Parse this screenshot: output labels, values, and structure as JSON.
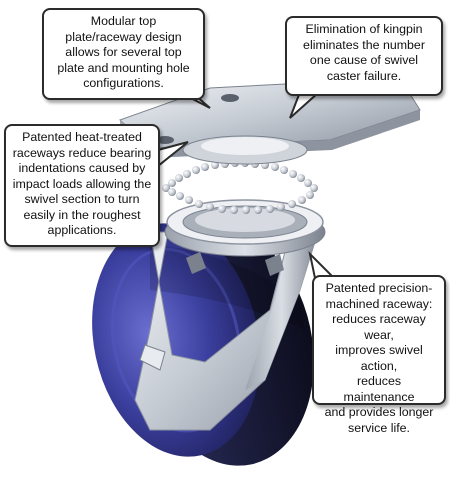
{
  "callouts": {
    "top_plate": "Modular top\nplate/raceway design\nallows for several top\nplate and mounting hole\nconfigurations.",
    "kingpin": "Elimination of kingpin\neliminates the number\none cause of swivel\ncaster failure.",
    "heat_treated": "Patented heat-treated\nraceways reduce bearing\nindentations caused by\nimpact loads allowing the\nswivel section to turn\neasily in the roughest\napplications.",
    "precision": "Patented precision-\nmachined raceway:\nreduces raceway wear,\nimproves swivel action,\nreduces maintenance\nand provides longer\nservice life."
  },
  "colors": {
    "metal_light": "#e6e9ee",
    "metal_mid": "#b7bdc7",
    "metal_dark": "#6f7682",
    "wheel_blue": "#3b3f9e",
    "wheel_dark": "#15162e",
    "callout_border": "#2b2b2b"
  }
}
